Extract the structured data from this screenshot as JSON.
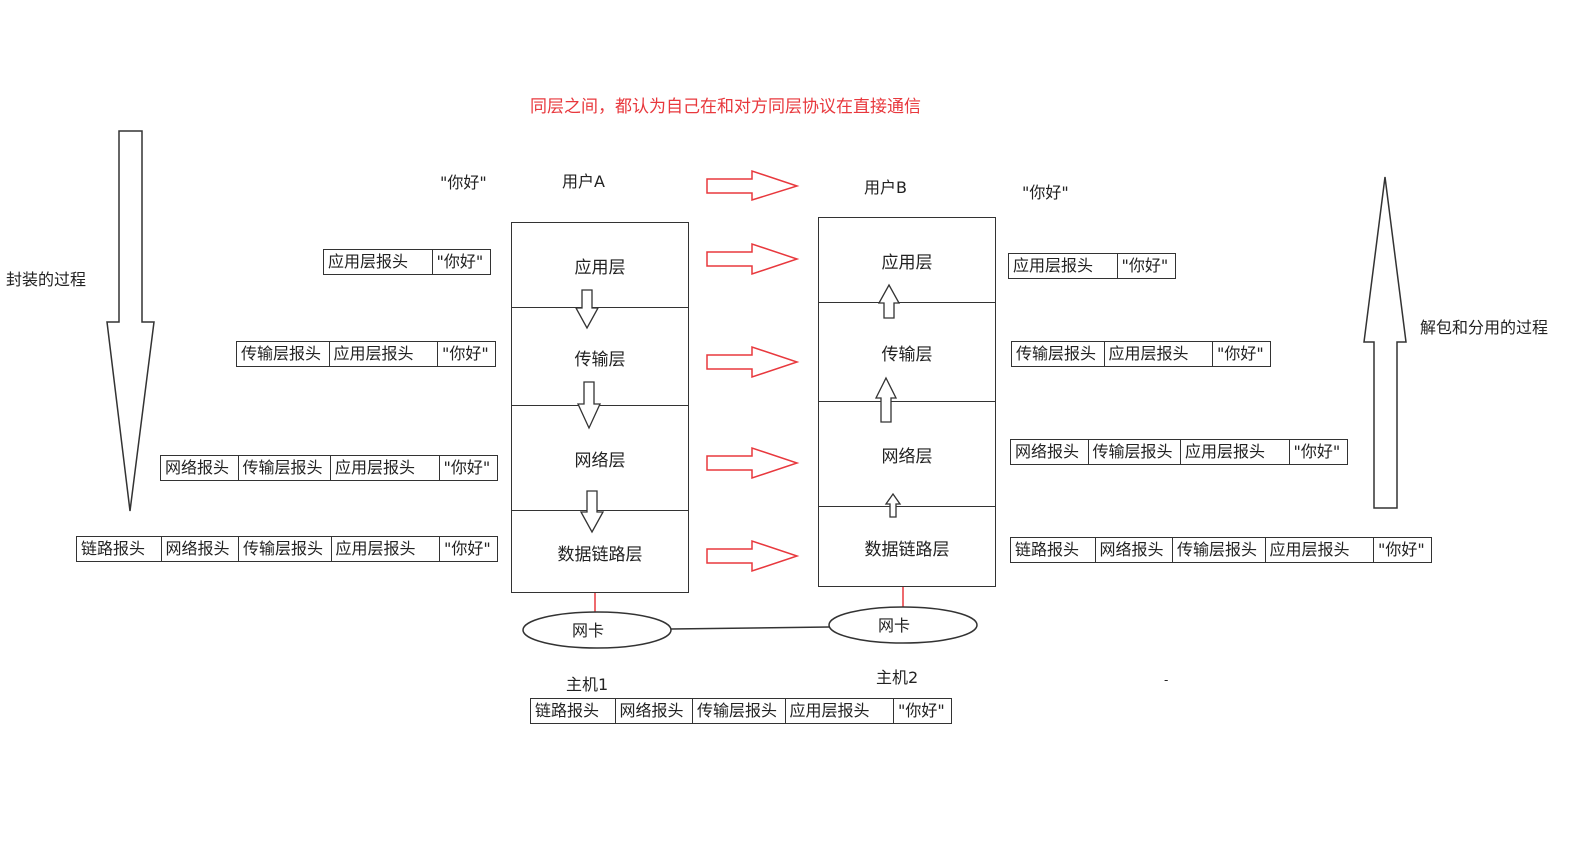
{
  "title": "同层之间，都认为自己在和对方同层协议在直接通信",
  "encap_label": "封装的过程",
  "decap_label": "解包和分用的过程",
  "user_a": "用户A",
  "user_b": "用户B",
  "message": "\"你好\"",
  "host_a": "主机1",
  "host_b": "主机2",
  "nic": "网卡",
  "layers": [
    "应用层",
    "传输层",
    "网络层",
    "数据链路层"
  ],
  "headers": {
    "app": "应用层报头",
    "transport": "传输层报头",
    "network": "网络报头",
    "link": "链路报头"
  },
  "stray_mark": "-",
  "colors": {
    "red": "#e8383d",
    "line": "#333333"
  }
}
